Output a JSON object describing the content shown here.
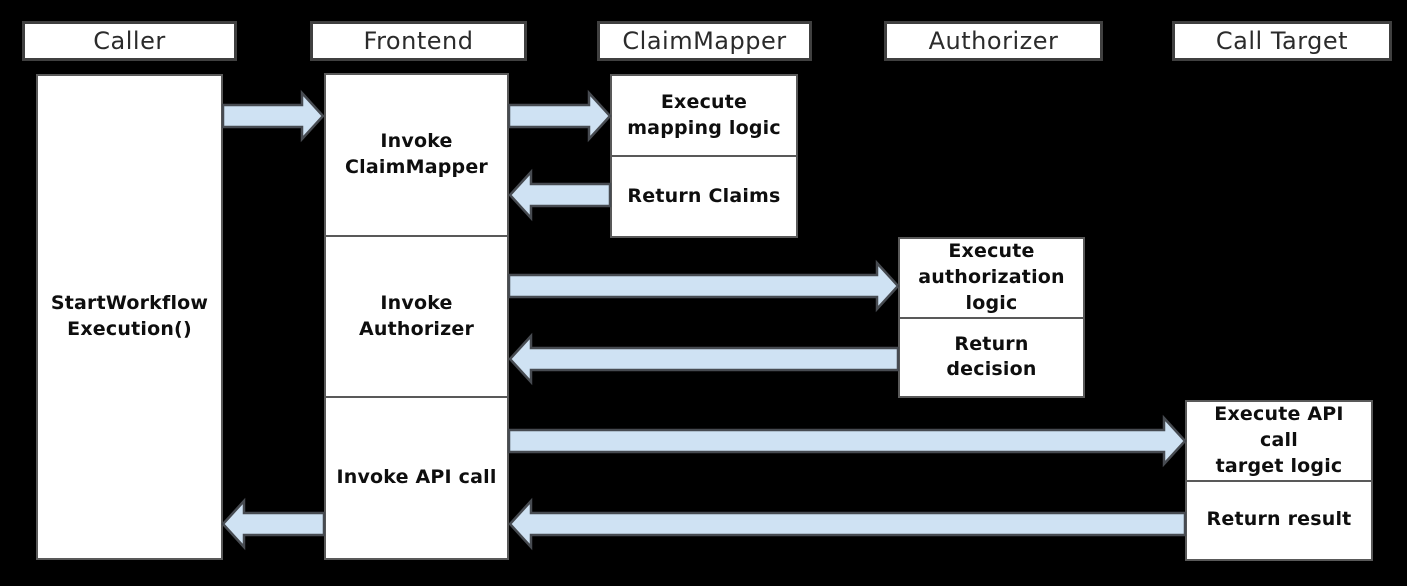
{
  "diagram": {
    "background": "#000000",
    "box_fill": "#ffffff",
    "box_border": "#595959",
    "header_border": "#404040",
    "arrow_fill": "#cfe2f3",
    "arrow_stroke": "#474b51"
  },
  "lanes": [
    {
      "id": "caller",
      "label": "Caller"
    },
    {
      "id": "frontend",
      "label": "Frontend"
    },
    {
      "id": "claim_mapper",
      "label": "ClaimMapper"
    },
    {
      "id": "authorizer",
      "label": "Authorizer"
    },
    {
      "id": "call_target",
      "label": "Call Target"
    }
  ],
  "activities": {
    "start_workflow_execution": [
      "StartWorkflow",
      "Execution()"
    ],
    "invoke_claim_mapper": [
      "Invoke",
      "ClaimMapper"
    ],
    "invoke_authorizer": [
      "Invoke",
      "Authorizer"
    ],
    "invoke_api_call": [
      "Invoke API call"
    ],
    "execute_mapping_logic": [
      "Execute",
      "mapping logic"
    ],
    "return_claims": [
      "Return Claims"
    ],
    "execute_authorization_logic": [
      "Execute",
      "authorization",
      "logic"
    ],
    "return_decision": [
      "Return decision"
    ],
    "execute_api_call_target_logic": [
      "Execute API call",
      "target logic"
    ],
    "return_result": [
      "Return result"
    ]
  },
  "arrows": [
    {
      "name": "caller-to-frontend",
      "from": "Caller",
      "to": "Frontend",
      "direction": "right"
    },
    {
      "name": "frontend-to-claimmapper",
      "from": "Frontend",
      "to": "ClaimMapper",
      "direction": "right"
    },
    {
      "name": "claimmapper-to-frontend",
      "from": "ClaimMapper",
      "to": "Frontend",
      "direction": "left"
    },
    {
      "name": "frontend-to-authorizer",
      "from": "Frontend",
      "to": "Authorizer",
      "direction": "right"
    },
    {
      "name": "authorizer-to-frontend",
      "from": "Authorizer",
      "to": "Frontend",
      "direction": "left"
    },
    {
      "name": "frontend-to-calltarget",
      "from": "Frontend",
      "to": "Call Target",
      "direction": "right"
    },
    {
      "name": "calltarget-to-frontend",
      "from": "Call Target",
      "to": "Frontend",
      "direction": "left"
    },
    {
      "name": "frontend-to-caller",
      "from": "Frontend",
      "to": "Caller",
      "direction": "left"
    }
  ]
}
